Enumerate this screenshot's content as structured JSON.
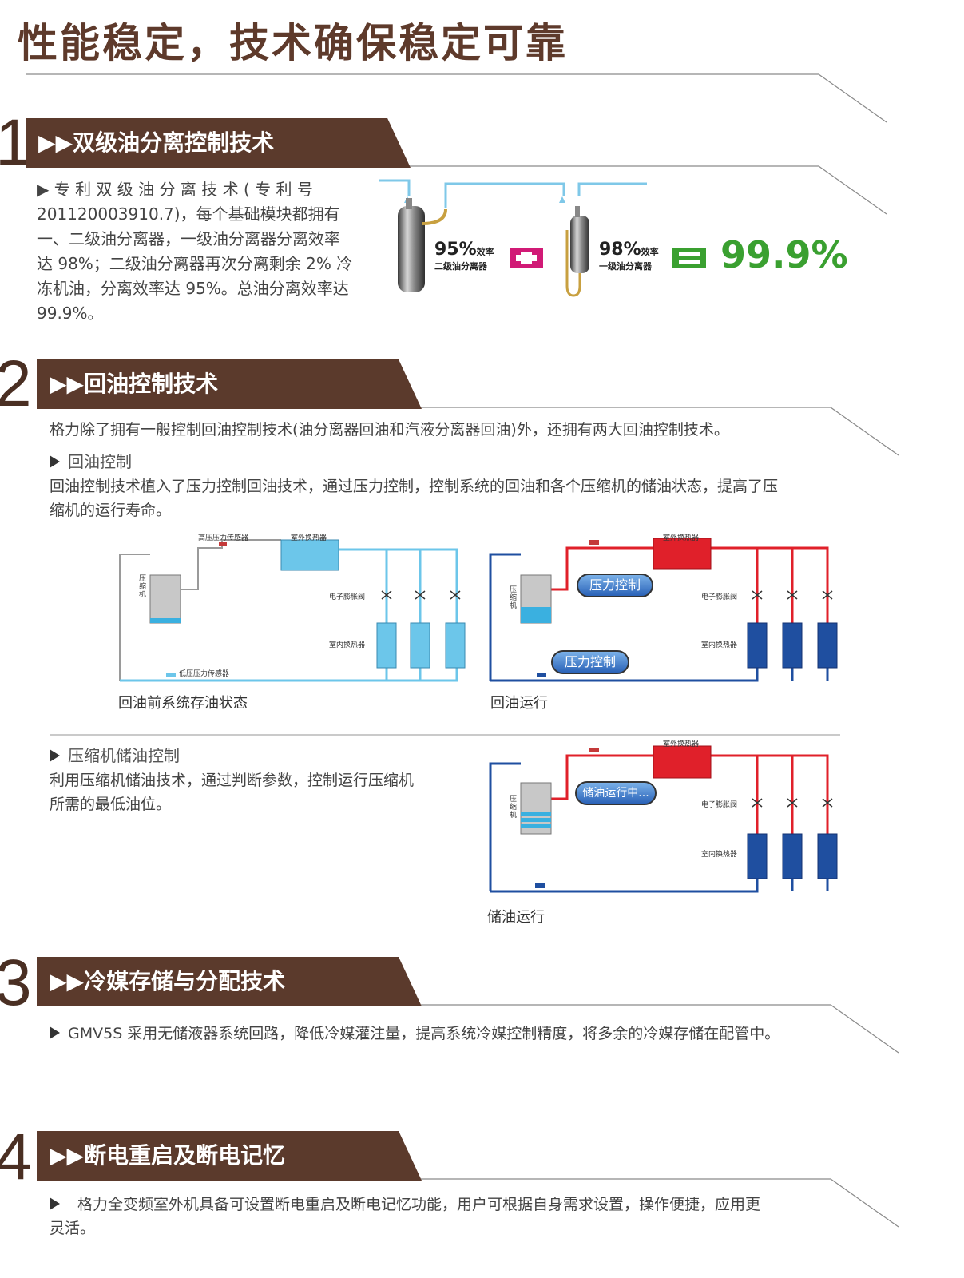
{
  "title": "性能稳定，技术确保稳定可靠",
  "sections": [
    {
      "number": "1",
      "heading": "▶▶双级油分离控制技术",
      "paragraph_lines": [
        "▶ 专 利 双 级 油 分 离 技 术 ( 专 利 号",
        "201120003910.7)，每个基础模块都拥有",
        "一、二级油分离器，一级油分离器分离效率",
        "达 98%；二级油分离器再次分离剩余 2% 冷",
        "冻机油，分离效率达 95%。总油分离效率达",
        "99.9%。"
      ],
      "separator2": {
        "percent": "95%",
        "unit": "效率",
        "name": "二级油分离器"
      },
      "separator1": {
        "percent": "98%",
        "unit": "效率",
        "name": "一级油分离器"
      },
      "total": "99.9%"
    },
    {
      "number": "2",
      "heading": "▶▶回油控制技术",
      "intro": "格力除了拥有一般控制回油控制技术(油分离器回油和汽液分离器回油)外，还拥有两大回油控制技术。",
      "sub1_title": "回油控制",
      "sub1_lines": [
        "回油控制技术植入了压力控制回油技术，通过压力控制，控制系统的回油和各个压缩机的储油状态，提高了压",
        "缩机的运行寿命。"
      ],
      "diagram_labels": {
        "high_sensor": "高压压力传感器",
        "outdoor_hx": "室外换热器",
        "compressor": "压缩机",
        "exp_valve": "电子膨胀阀",
        "indoor_hx": "室内换热器",
        "low_sensor": "低压压力传感器",
        "pressure_ctrl": "压力控制",
        "storing": "储油运行中..."
      },
      "caption_before": "回油前系统存油状态",
      "caption_return": "回油运行",
      "sub2_title": "压缩机储油控制",
      "sub2_lines": [
        "利用压缩机储油技术，通过判断参数，控制运行压缩机",
        "所需的最低油位。"
      ],
      "caption_store": "储油运行"
    },
    {
      "number": "3",
      "heading": "▶▶冷媒存储与分配技术",
      "text": "GMV5S 采用无储液器系统回路，降低冷媒灌注量，提高系统冷媒控制精度，将多余的冷媒存储在配管中。"
    },
    {
      "number": "4",
      "heading": "▶▶断电重启及断电记忆",
      "lines": [
        "格力全变频室外机具备可设置断电重启及断电记忆功能，用户可根据自身需求设置，操作便捷，应用更",
        "灵活。"
      ]
    }
  ],
  "colors": {
    "brown": "#5b3a2c",
    "light_blue": "#5ec3e6",
    "dark_blue": "#1f4fa0",
    "red": "#e0202a",
    "green": "#3aa030",
    "magenta": "#d11a76"
  }
}
